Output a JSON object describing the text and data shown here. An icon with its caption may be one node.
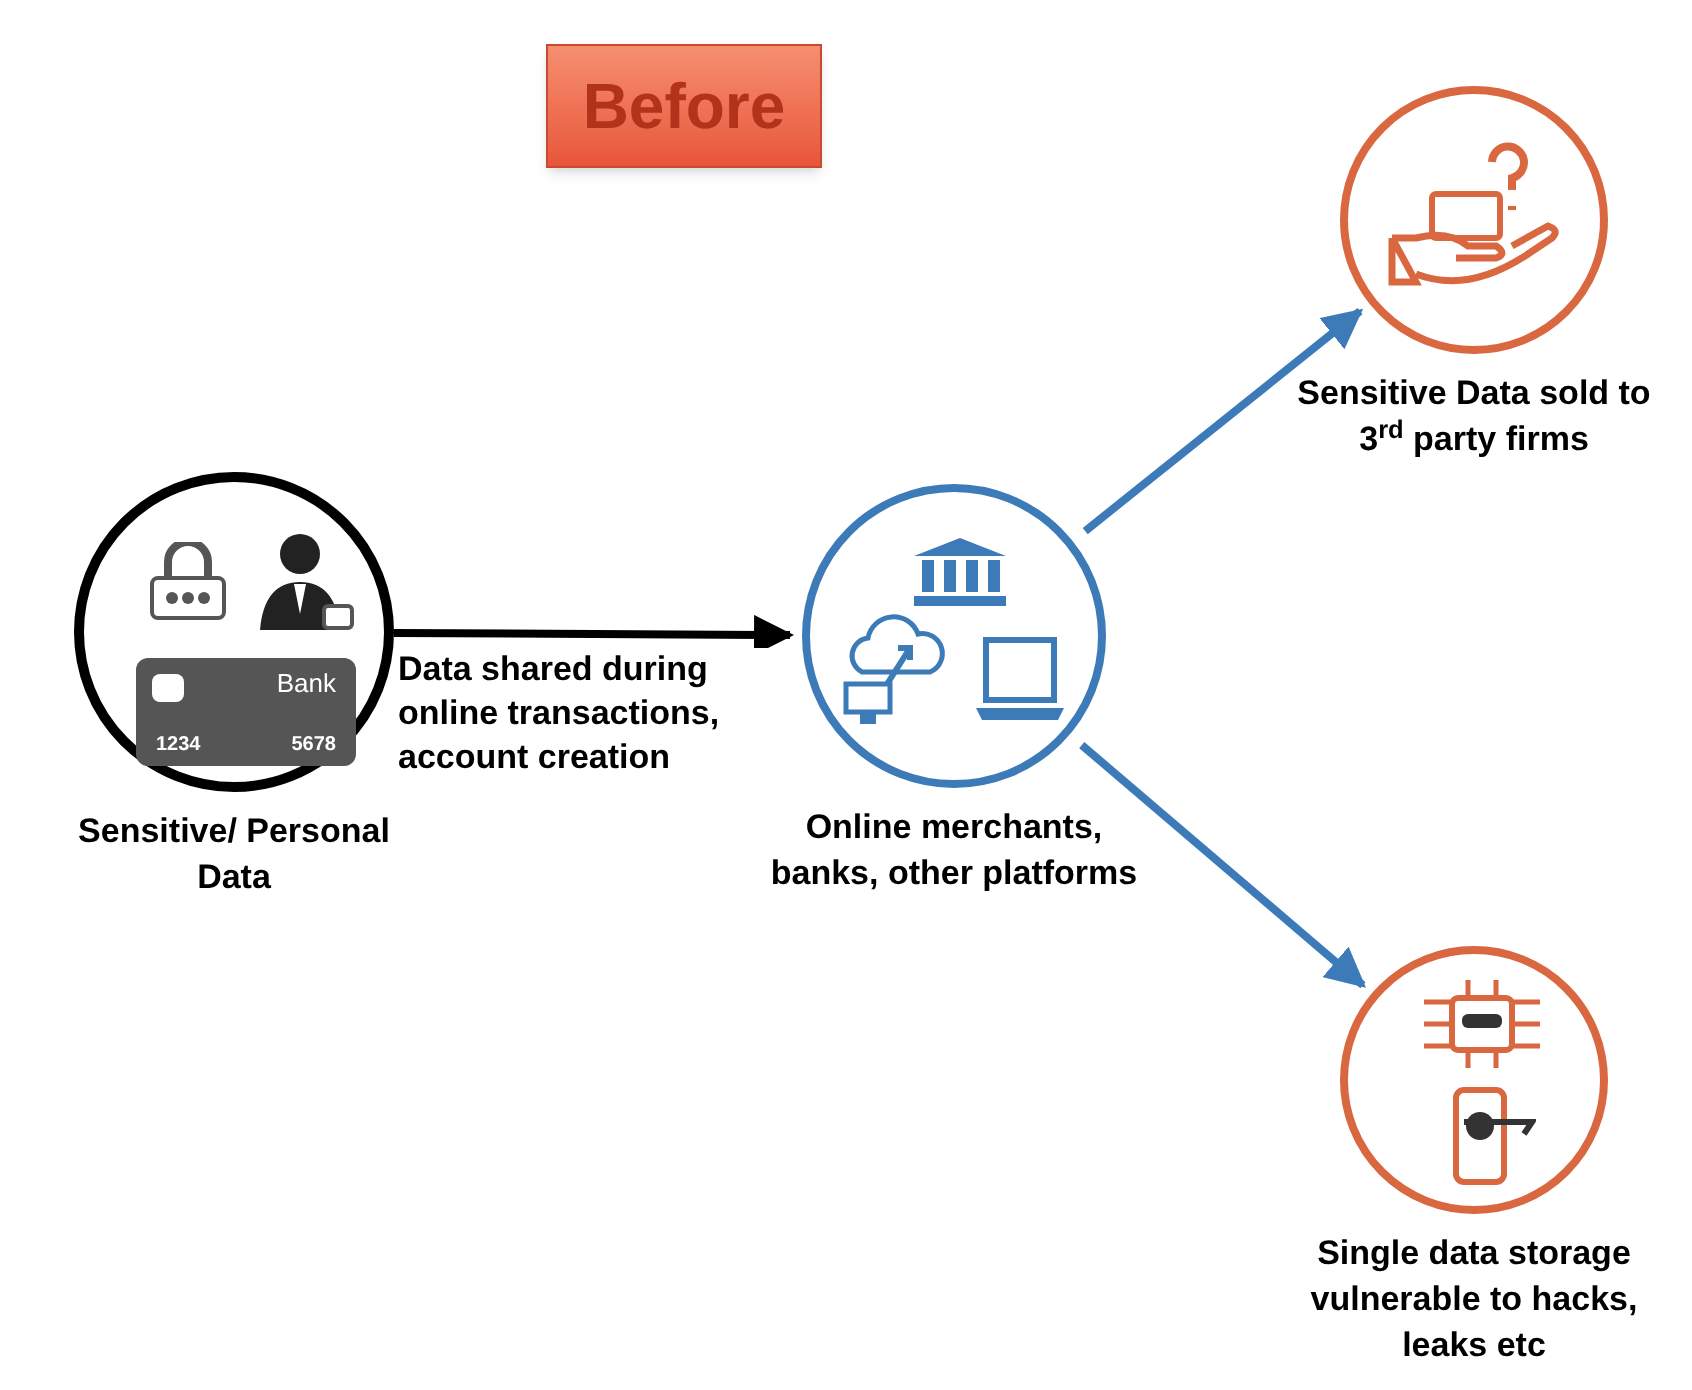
{
  "diagram": {
    "title": "Before",
    "nodes": [
      {
        "text": [
          "Sensitive/ Personal Data"
        ]
      },
      {
        "text": [
          "Online merchants, banks, other platforms"
        ]
      },
      {
        "text": [
          "Sensitive Data sold to 3$^{rd}$ party firms"
        ]
      },
      {
        "text": [
          "Single data storage vulnerable to hacks, leaks etc"
        ]
      }
    ],
    "edges": [
      {
        "from": 0,
        "to": 1,
        "arrow": "to",
        "label": "Data shared during online transactions, account creation",
        "color": "#000000"
      },
      {
        "from": 1,
        "to": 2,
        "arrow": "to"
      },
      {
        "from": 1,
        "to": 3,
        "arrow": "to"
      }
    ],
    "labels": [
      "Bank",
      "1234",
      "5678"
    ]
  }
}
